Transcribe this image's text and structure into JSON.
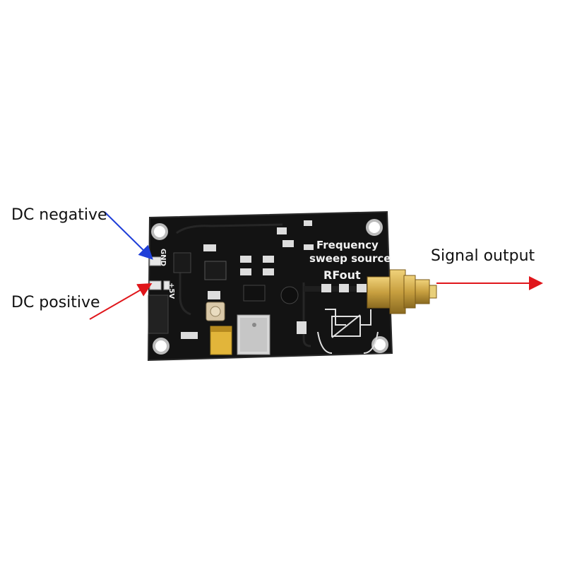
{
  "callouts": {
    "dc_negative": "DC negative",
    "dc_positive": "DC positive",
    "signal_output": "Signal output"
  },
  "board": {
    "title_line1": "Frequency",
    "title_line2": "sweep source",
    "rf_label": "RFout",
    "gnd_label": "GND",
    "plus5v_label": "+5V"
  },
  "colors": {
    "board": "#131313",
    "arrow_blue": "#1f3fd8",
    "arrow_red": "#e0161b",
    "silkscreen": "#f2f2f2",
    "brass": "#c8a040"
  }
}
